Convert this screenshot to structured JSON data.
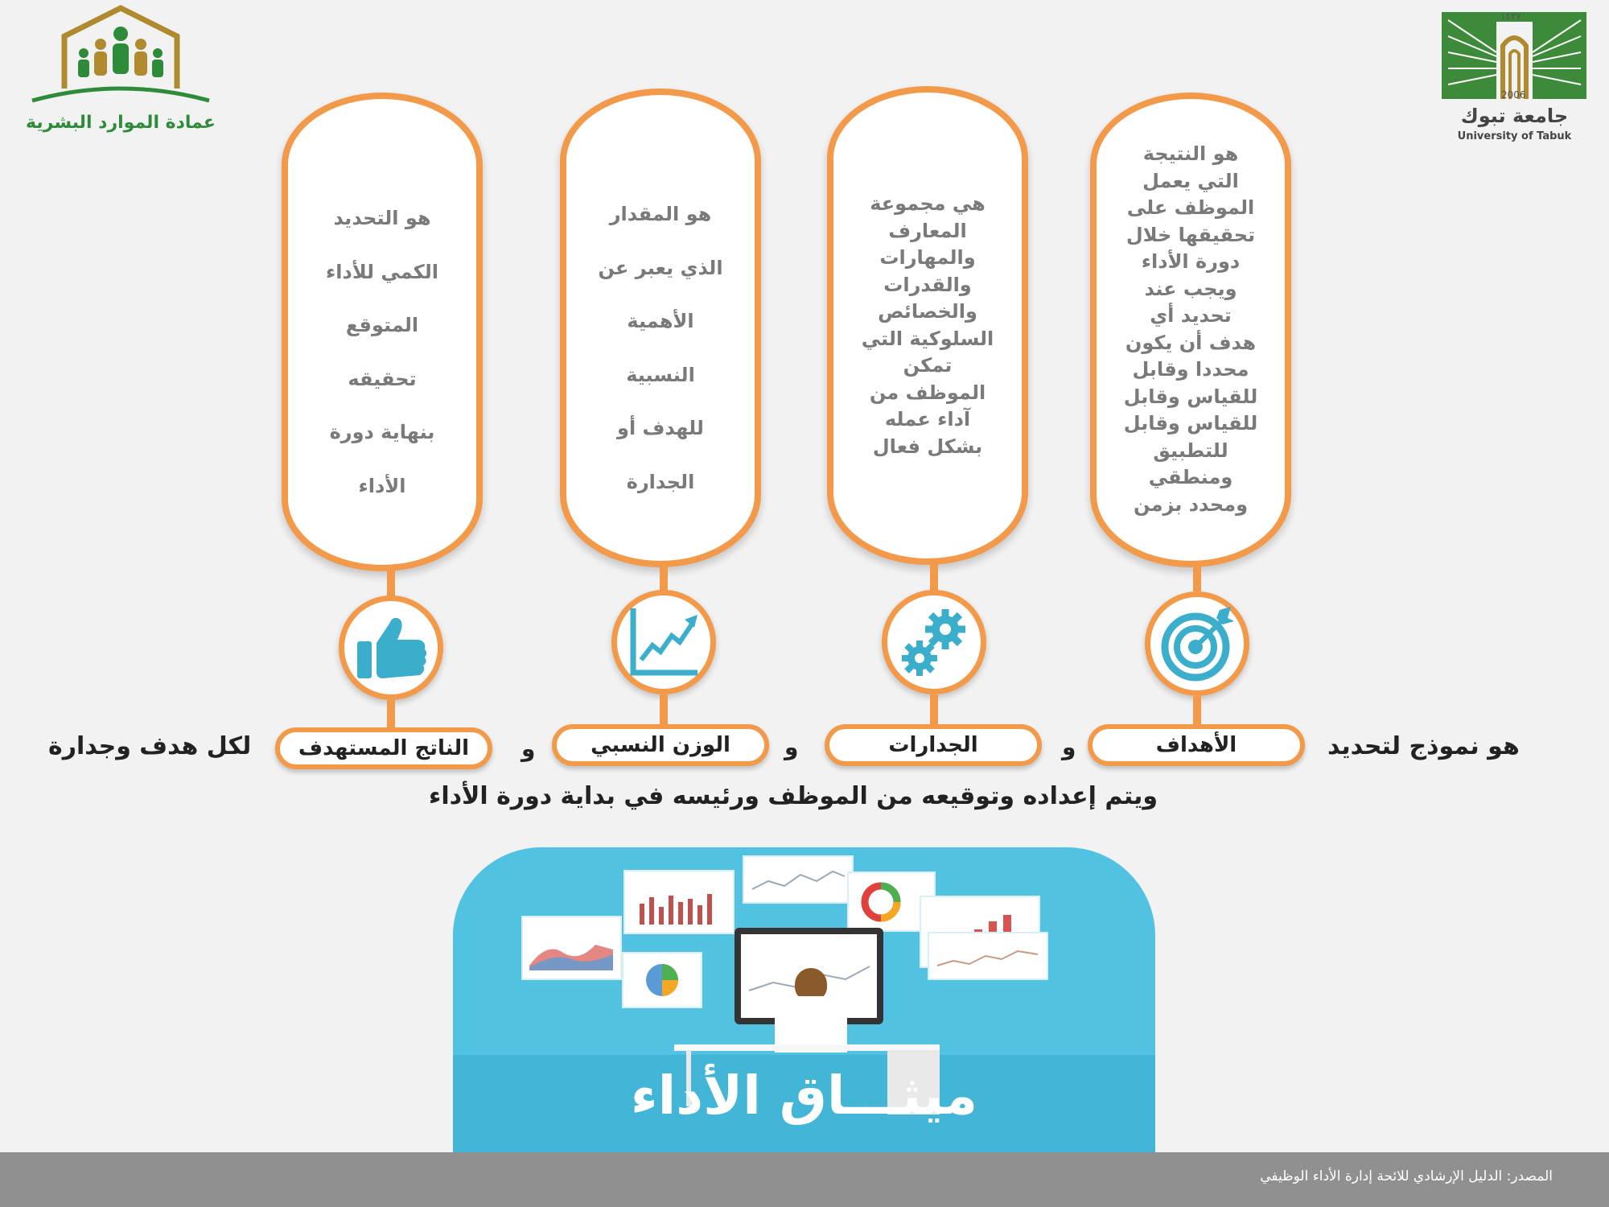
{
  "logos": {
    "hr_deanship": "عمادة الموارد البشرية",
    "university_ar": "جامعة تبوك",
    "university_en": "University of Tabuk",
    "year_hijri": "١٤٢٧",
    "year_gregorian": "2006"
  },
  "pillars": [
    {
      "label": "الأهداف",
      "icon": "target-icon",
      "lines": [
        "هو النتيجة",
        "التي يعمل",
        "الموظف على",
        "تحقيقها خلال",
        "دورة الأداء",
        "ويجب عند",
        "تحديد أي",
        "هدف أن يكون",
        "محددا وقابل",
        "للقياس وقابل",
        "للقياس وقابل",
        "للتطبيق",
        "ومنطقي",
        "ومحدد بزمن"
      ]
    },
    {
      "label": "الجدارات",
      "icon": "gears-icon",
      "lines": [
        "هي مجموعة",
        "المعارف",
        "والمهارات",
        "والقدرات",
        "والخصائص",
        "السلوكية التي",
        "تمكن",
        "الموظف من",
        "آداء عمله",
        "بشكل فعال"
      ]
    },
    {
      "label": "الوزن النسبي",
      "icon": "trend-chart-icon",
      "lines": [
        "هو المقدار",
        "الذي يعبر عن",
        "الأهمية",
        "النسبية",
        "للهدف أو",
        "الجدارة"
      ]
    },
    {
      "label": "الناتج المستهدف",
      "icon": "thumbs-up-icon",
      "lines": [
        "هو التحديد",
        "الكمي للأداء",
        "المتوقع",
        "تحقيقه",
        "بنهاية دورة",
        "الأداء"
      ]
    }
  ],
  "connectors": {
    "and": "و",
    "intro": "هو نموذج لتحديد",
    "outro": "لكل هدف وجدارة",
    "sentence": "ويتم إعداده وتوقيعه من الموظف ورئيسه في بداية دورة الأداء"
  },
  "illustration": {
    "title": "ميثـــاق الأداء"
  },
  "footer": {
    "source": "المصدر: الدليل الإرشادي للائحة إدارة الأداء الوظيفي"
  },
  "colors": {
    "accent_orange": "#f39a4a",
    "icon_teal": "#3aaecb",
    "illustration_blue": "#52c2e3",
    "footer_gray": "#909090"
  }
}
